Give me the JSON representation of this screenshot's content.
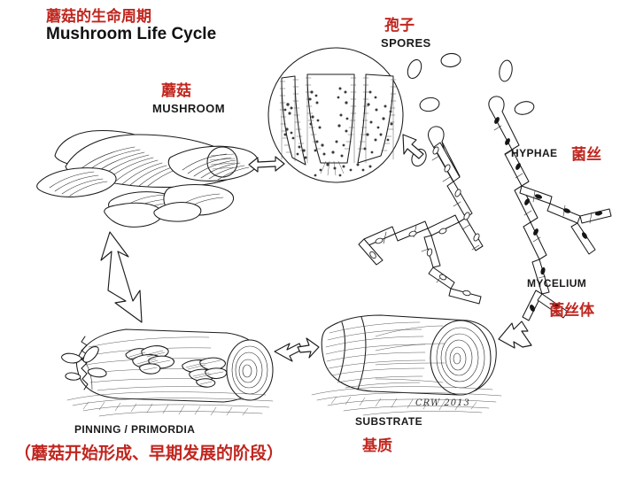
{
  "diagram": {
    "type": "cycle-diagram",
    "title_cn": "蘑菇的生命周期",
    "title_en": "Mushroom Life Cycle",
    "signature": "CRW  2013",
    "accent_color": "#c0261f",
    "ink_color": "#1b1b1b",
    "background": "#ffffff",
    "stages": [
      {
        "id": "mushroom",
        "label_en": "MUSHROOM",
        "label_cn": "蘑菇",
        "note": "cluster of oyster mushrooms with radiating gills"
      },
      {
        "id": "spores",
        "label_en": "SPORES",
        "label_cn": "孢子",
        "note": "magnified gill cross-section in circle plus scattered spore ovals"
      },
      {
        "id": "hyphae",
        "label_en": "HYPHAE",
        "label_cn": "菌丝",
        "note": "branching segmented filaments with nuclei"
      },
      {
        "id": "mycelium",
        "label_en": "MYCELIUM",
        "label_cn": "菌丝体",
        "note": "dense network of hyphae"
      },
      {
        "id": "substrate",
        "label_en": "SUBSTRATE",
        "label_cn": "基质",
        "note": "cut log showing end grain rings"
      },
      {
        "id": "pinning",
        "label_en": "PINNING / PRIMORDIA",
        "label_cn": "（蘑菇开始形成、早期发展的阶段）",
        "note": "log with small mushroom pins emerging"
      }
    ],
    "arrows": [
      {
        "id": "mushroom-to-spores",
        "style": "double-headed",
        "direction": "right"
      },
      {
        "id": "spores-to-hyphae",
        "style": "single",
        "direction": "down-right"
      },
      {
        "id": "mycelium-to-substrate",
        "style": "single",
        "direction": "down-left"
      },
      {
        "id": "substrate-to-pinning",
        "style": "single",
        "direction": "left"
      },
      {
        "id": "pinning-to-mushroom",
        "style": "curved",
        "direction": "up-left"
      }
    ]
  }
}
